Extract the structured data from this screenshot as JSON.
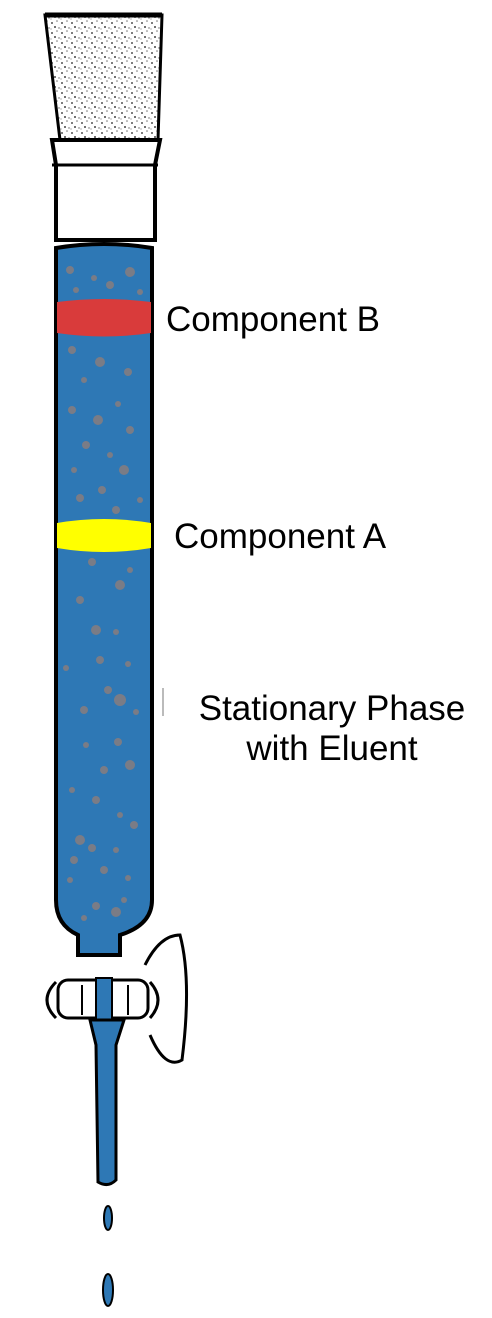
{
  "labels": {
    "component_b": "Component B",
    "component_a": "Component A",
    "stationary_phase_line1": "Stationary Phase",
    "stationary_phase_line2": "with Eluent"
  },
  "colors": {
    "eluent": "#2e78b5",
    "particles": "#7a7c86",
    "component_b_band": "#d93b3b",
    "component_a_band": "#ffff00",
    "glass_outline": "#000000",
    "stopper": "#d9d9d9"
  },
  "icons": {
    "stopper": "porous-stopper-icon",
    "stopcock": "stopcock-valve-icon",
    "drops": "eluent-drop-icon"
  }
}
